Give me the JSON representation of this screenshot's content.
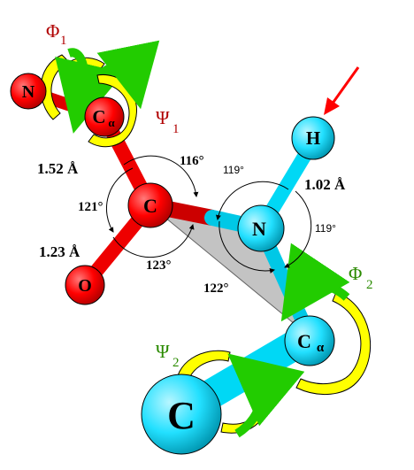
{
  "colors": {
    "residue1": "#ff0000",
    "residue1_dark": "#b00000",
    "residue2": "#00e0ff",
    "residue2_dark": "#009ab3",
    "torsion_yellow": "#ffff00",
    "torsion_green": "#22cc00",
    "peptide_plane": "#bdbdbd",
    "pointer_arrow": "#ff0000",
    "torsion_label": "#b00000",
    "torsion_label_2": "#2a8a00"
  },
  "atoms": {
    "n1": "N",
    "ca1_main": "C",
    "ca1_sub": "α",
    "c1": "C",
    "o1": "O",
    "n2": "N",
    "h2": "H",
    "ca2_main": "C",
    "ca2_sub": "α",
    "c2": "C"
  },
  "torsions": {
    "phi1_main": "Φ",
    "phi1_sub": "1",
    "psi1_main": "Ψ",
    "psi1_sub": "1",
    "phi2_main": "Φ",
    "phi2_sub": "2",
    "psi2_main": "Ψ",
    "psi2_sub": "2"
  },
  "bond_lengths": {
    "ca_c": "1.52 Å",
    "c_o": "1.23 Å",
    "n_h": "1.02 Å"
  },
  "angles": {
    "a116": "116°",
    "a121": "121°",
    "a123": "123°",
    "a122": "122°",
    "a119_top": "119°",
    "a119_right": "119°"
  }
}
